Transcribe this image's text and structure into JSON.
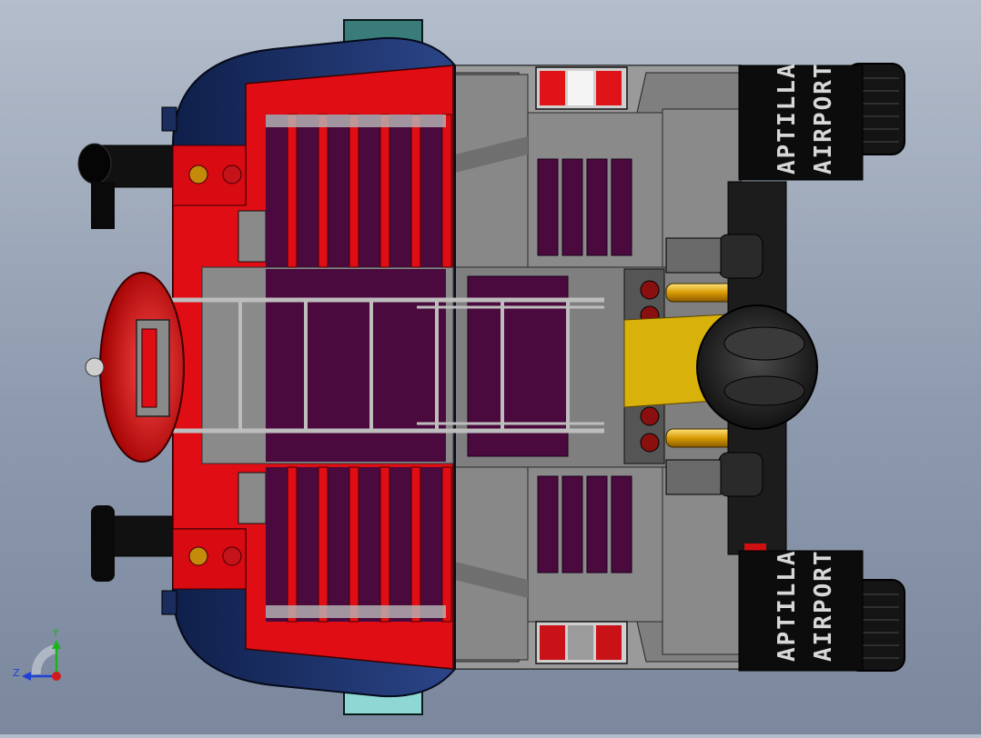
{
  "viewport": {
    "background_top": "#b3bdcb",
    "background_bottom": "#7b879d"
  },
  "model": {
    "body_color": "#e00d14",
    "chassis_color": "#7c7c7c",
    "panel_color": "#4a0a3d",
    "accent_yellow": "#e8b70a",
    "tire_color": "#111111",
    "mudflaps": [
      {
        "line1": "APTILLA",
        "line2": "AIRPORT"
      },
      {
        "line1": "APTILLA",
        "line2": "AIRPORT"
      }
    ]
  },
  "triad": {
    "y_label": "Y",
    "z_label": "Z",
    "y_color": "#1db31d",
    "z_color": "#1f3fd6",
    "origin_color": "#d11a1a"
  }
}
